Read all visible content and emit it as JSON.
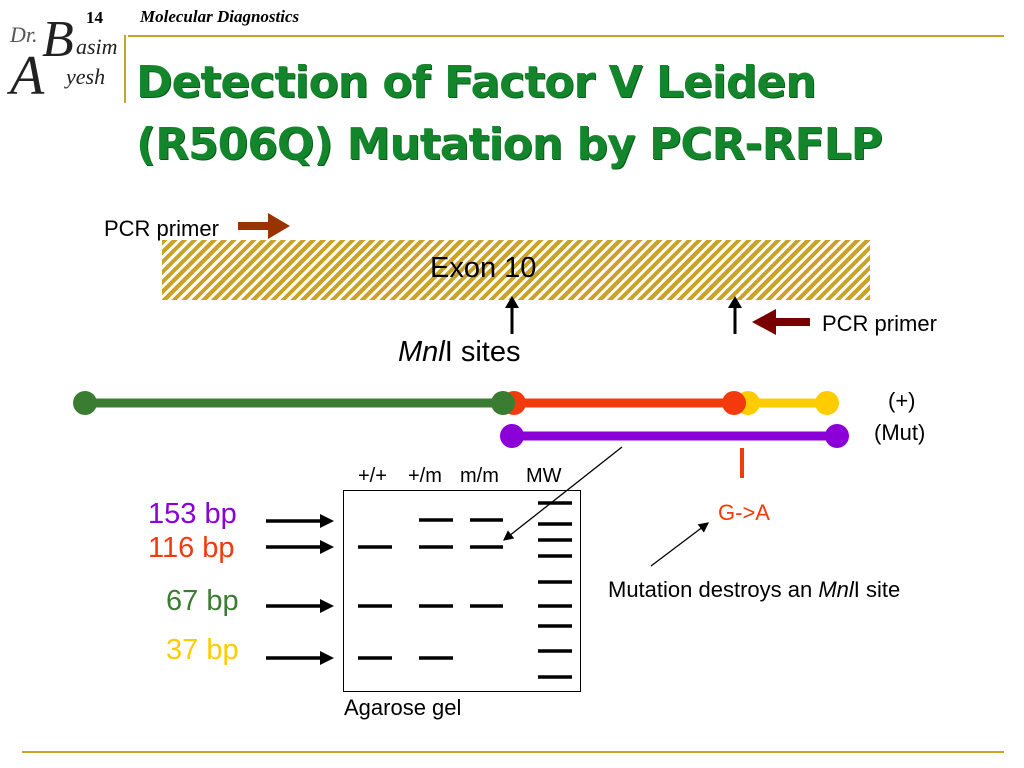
{
  "header": {
    "slide_number": "14",
    "course": "Molecular Diagnostics"
  },
  "logo": {
    "dr": "Dr.",
    "b": "B",
    "asim": "asim",
    "a": "A",
    "yesh": "yesh"
  },
  "title": {
    "line1": "Detection of Factor V Leiden",
    "line2": "(R506Q) Mutation by PCR-RFLP"
  },
  "diagram": {
    "primer_forward": "PCR primer",
    "primer_reverse": "PCR primer",
    "exon": "Exon 10",
    "sites_italic": "Mnl",
    "sites_rest": "I sites",
    "wt_label": "(+)",
    "mut_label": "(Mut)",
    "mutation": "G->A",
    "note_pre": "Mutation destroys an ",
    "note_italic": "Mnl",
    "note_post": "I site",
    "colors": {
      "green": "#3a7d32",
      "red": "#f23a0c",
      "yellow": "#ffcc00",
      "purple": "#8b00d7",
      "arrow_brown": "#993300",
      "arrow_darkred": "#7a0000"
    }
  },
  "gel": {
    "lanes": [
      "+/+",
      "+/m",
      "m/m",
      "MW"
    ],
    "caption": "Agarose gel",
    "bands": [
      {
        "label": "153 bp",
        "color": "#8b00d7",
        "present": [
          false,
          true,
          true
        ]
      },
      {
        "label": "116 bp",
        "color": "#f23a0c",
        "present": [
          true,
          true,
          true
        ]
      },
      {
        "label": "67 bp",
        "color": "#3a7d32",
        "present": [
          true,
          true,
          true
        ]
      },
      {
        "label": "37 bp",
        "color": "#ffcc00",
        "present": [
          true,
          true,
          false
        ]
      }
    ]
  }
}
